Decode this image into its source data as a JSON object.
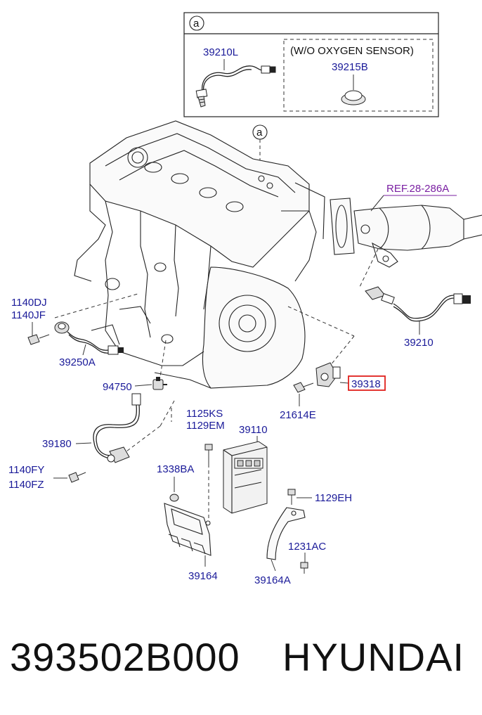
{
  "inset": {
    "callout": "a",
    "left_part": "39210L",
    "right_note": "(W/O OXYGEN SENSOR)",
    "right_part": "39215B"
  },
  "diagram": {
    "callout": "a",
    "reference": "REF.28-286A",
    "labels": {
      "p39210": "39210",
      "p1140DJ": "1140DJ",
      "p1140JF": "1140JF",
      "p39250A": "39250A",
      "p94750": "94750",
      "p39318": "39318",
      "p21614E": "21614E",
      "p1125KS": "1125KS",
      "p1129EM": "1129EM",
      "p39110": "39110",
      "p39180": "39180",
      "p1338BA": "1338BA",
      "p1140FY": "1140FY",
      "p1140FZ": "1140FZ",
      "p1129EH": "1129EH",
      "p1231AC": "1231AC",
      "p39164": "39164",
      "p39164A": "39164A"
    },
    "highlight_color": "#e0201c",
    "label_color": "#1a1a99"
  },
  "footer": {
    "part_number": "393502B000",
    "brand": "HYUNDAI"
  }
}
